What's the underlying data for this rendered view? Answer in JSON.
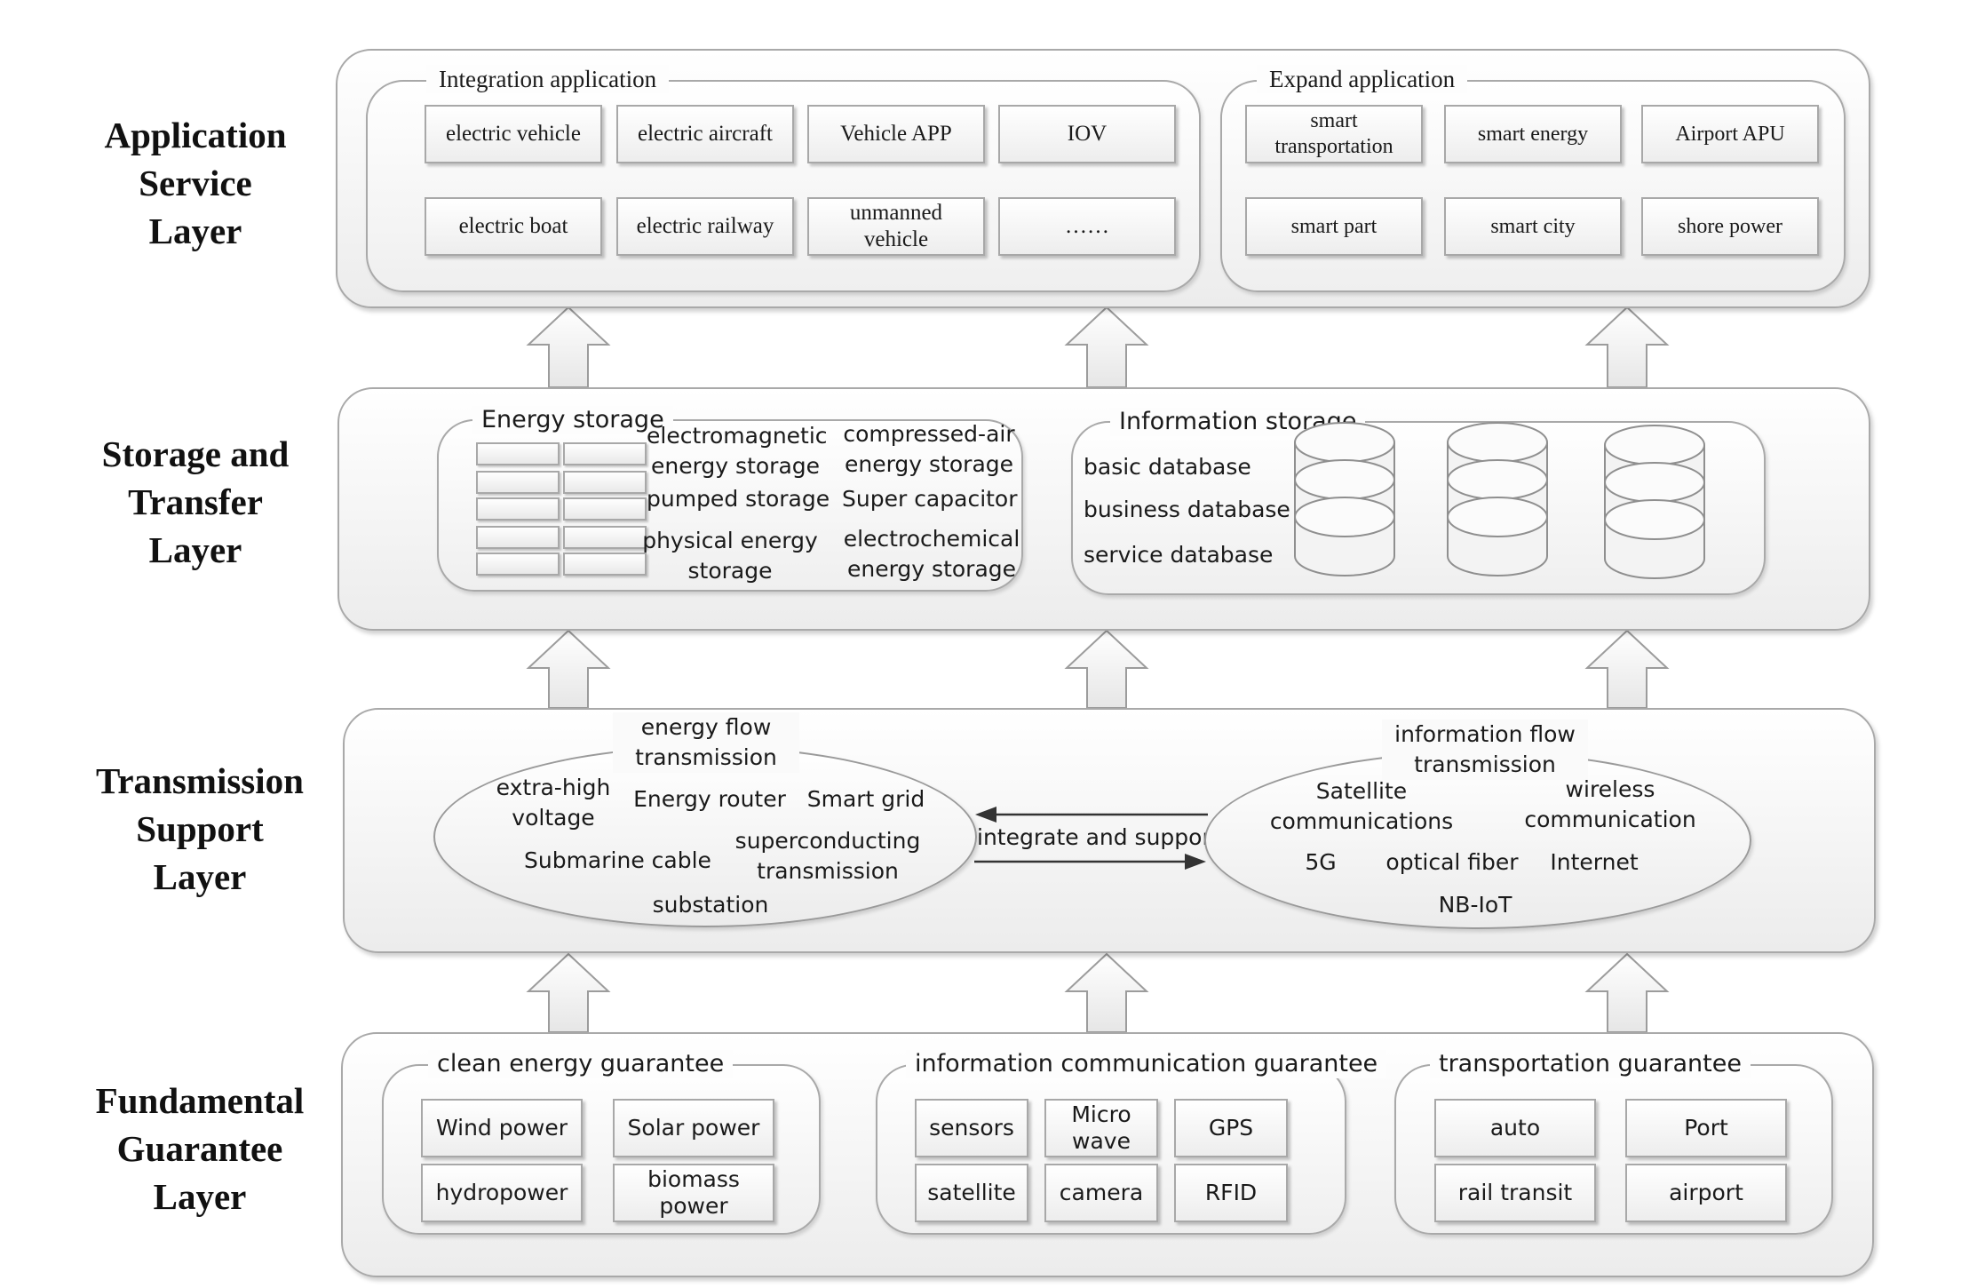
{
  "layers": {
    "application": [
      "Application",
      "Service",
      "Layer"
    ],
    "storage": [
      "Storage and",
      "Transfer",
      "Layer"
    ],
    "transmission": [
      "Transmission",
      "Support",
      "Layer"
    ],
    "fundamental": [
      "Fundamental",
      "Guarantee",
      "Layer"
    ]
  },
  "application": {
    "integration": {
      "title": "Integration application",
      "items": [
        "electric vehicle",
        "electric aircraft",
        "Vehicle APP",
        "IOV",
        "electric boat",
        "electric railway",
        "unmanned\nvehicle",
        "……"
      ]
    },
    "expand": {
      "title": "Expand application",
      "items": [
        "smart\ntransportation",
        "smart energy",
        "Airport APU",
        "smart part",
        "smart city",
        "shore power"
      ]
    }
  },
  "storage": {
    "energy": {
      "title": "Energy storage",
      "items": [
        "electromagnetic\nenergy storage",
        "compressed-air\nenergy storage",
        "pumped storage",
        "Super capacitor",
        "physical energy\nstorage",
        "electrochemical\nenergy storage"
      ]
    },
    "information": {
      "title": "Information storage",
      "items": [
        "basic database",
        "business database",
        "service database"
      ]
    }
  },
  "transmission": {
    "energy_flow": {
      "title": "energy flow\ntransmission",
      "items": [
        "extra-high\nvoltage",
        "Energy router",
        "Smart grid",
        "Submarine cable",
        "superconducting\ntransmission",
        "substation"
      ]
    },
    "link_label": "integrate and support",
    "information_flow": {
      "title": "information  flow\ntransmission",
      "items": [
        "Satellite\ncommunications",
        "wireless\ncommunication",
        "5G",
        "optical fiber",
        "Internet",
        "NB-IoT"
      ]
    }
  },
  "fundamental": {
    "clean_energy": {
      "title": "clean energy guarantee",
      "items": [
        "Wind power",
        "Solar power",
        "hydropower",
        "biomass\npower"
      ]
    },
    "info_comm": {
      "title": "information communication guarantee",
      "items": [
        "sensors",
        "Micro\nwave",
        "GPS",
        "satellite",
        "camera",
        "RFID"
      ]
    },
    "transportation": {
      "title": "transportation guarantee",
      "items": [
        "auto",
        "Port",
        "rail transit",
        "airport"
      ]
    }
  },
  "colors": {
    "border": "#a9a9a9",
    "panel_fill": "#ececec",
    "arrow_line": "#333333"
  }
}
